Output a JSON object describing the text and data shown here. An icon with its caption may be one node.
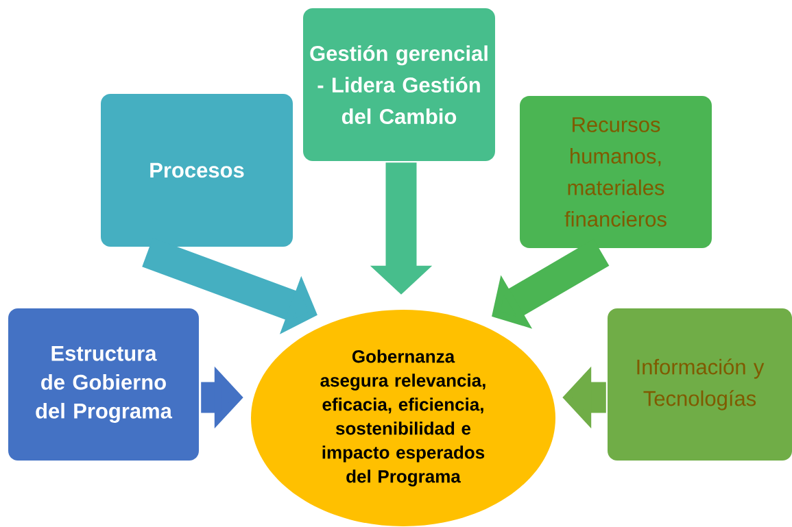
{
  "diagram": {
    "nodes": [
      {
        "text": [
          "Estructura de Gobierno del Programa"
        ]
      },
      {
        "text": [
          "Procesos"
        ]
      },
      {
        "text": [
          "Gestión gerencial - Lidera Gestión del Cambio"
        ]
      },
      {
        "text": [
          "Recursos humanos, materiales financieros"
        ]
      },
      {
        "text": [
          "Información y Tecnologías"
        ]
      },
      {
        "text": [
          "Gobernanza asegura relevancia, eficacia, eficiencia, sostenibilidad e impacto esperados del Programa"
        ]
      }
    ],
    "edges": [
      {
        "from": 0,
        "to": 5,
        "arrow": "to",
        "color": "#4472C4"
      },
      {
        "from": 1,
        "to": 5,
        "arrow": "to",
        "color": "#45AFC1"
      },
      {
        "from": 2,
        "to": 5,
        "arrow": "to",
        "color": "#47BE8C"
      },
      {
        "from": 3,
        "to": 5,
        "arrow": "to",
        "color": "#4BB553"
      },
      {
        "from": 4,
        "to": 5,
        "arrow": "to",
        "color": "#70AD47"
      }
    ]
  }
}
